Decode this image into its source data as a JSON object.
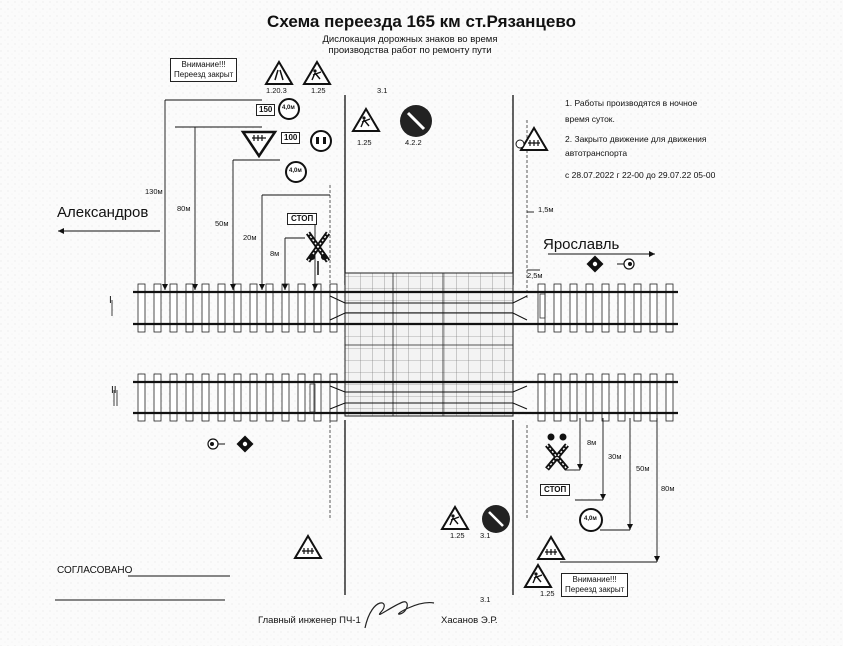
{
  "title": "Схема переезда 165 км ст.Рязанцево",
  "subtitle": "Дислокация дорожных знаков во время производства работ по ремонту пути",
  "directions": {
    "left": "Александров",
    "right": "Ярославль"
  },
  "tracks": {
    "track1": "I",
    "track2": "II"
  },
  "notes": {
    "note1_a": "1. Работы производятся в ночное",
    "note1_b": "время суток.",
    "note2_a": "2. Закрыто движение для движения",
    "note2_b": "автотранспорта",
    "period": "с 28.07.2022 г 22-00 до 29.07.22 05-00"
  },
  "warning_box": {
    "line1": "Внимание!!!",
    "line2": "Переезд закрыт"
  },
  "sign_codes": {
    "s1203": "1.20.3",
    "s125": "1.25",
    "s31": "3.1",
    "s422": "4.2.2"
  },
  "sign_texts": {
    "stop": "СТОП",
    "speed150": "150",
    "speed100": "100",
    "height": "4,0м"
  },
  "distances": {
    "d130": "130м",
    "d80": "80м",
    "d50": "50м",
    "d30": "30м",
    "d20": "20м",
    "d8": "8м",
    "d15": "1,5м",
    "d25": "2,5м"
  },
  "footer": {
    "agreed": "СОГЛАСОВАНО",
    "chief": "Главный инженер ПЧ-1",
    "name": "Хасанов Э.Р.",
    "code_bottom": "3.1"
  }
}
